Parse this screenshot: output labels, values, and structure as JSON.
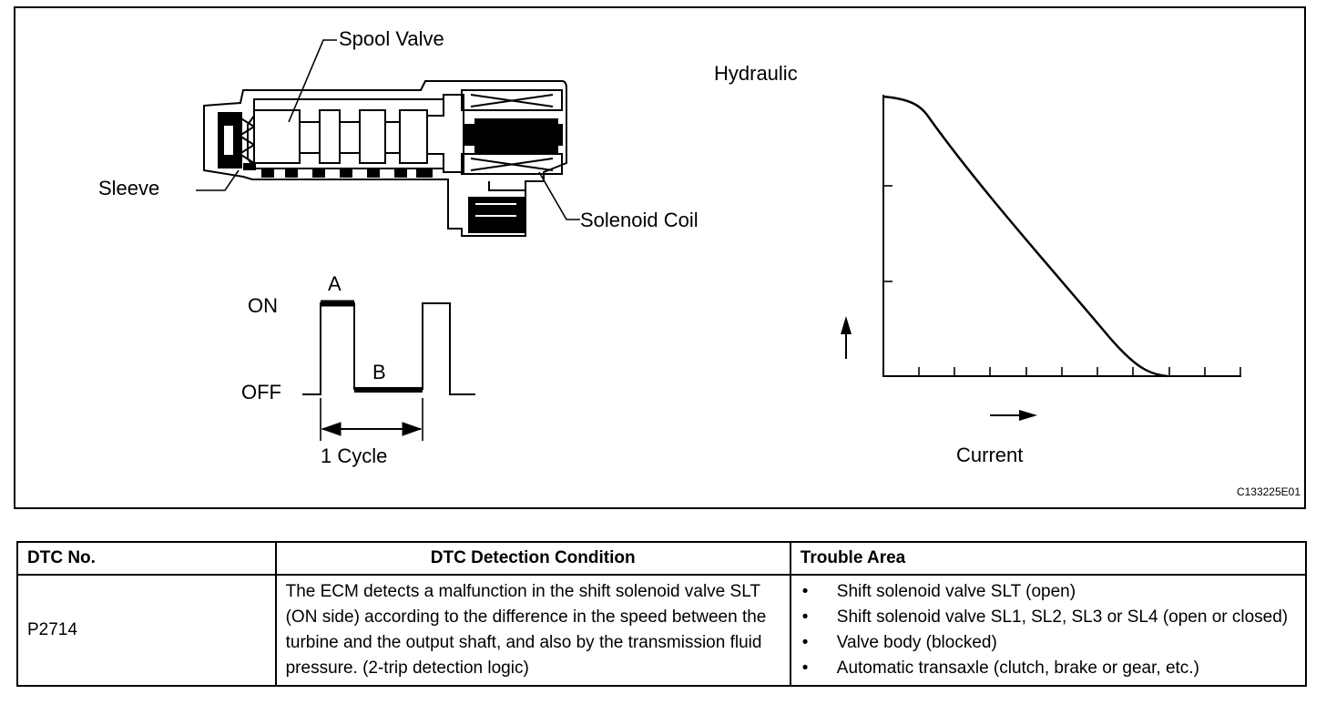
{
  "figure": {
    "labels": {
      "spool_valve": "Spool Valve",
      "sleeve": "Sleeve",
      "solenoid_coil": "Solenoid Coil",
      "hydraulic": "Hydraulic",
      "current": "Current",
      "on": "ON",
      "off": "OFF",
      "a": "A",
      "b": "B",
      "cycle": "1 Cycle"
    },
    "figure_id": "C133225E01"
  },
  "table": {
    "headers": [
      "DTC No.",
      "DTC Detection Condition",
      "Trouble Area"
    ],
    "row": {
      "dtc_no": "P2714",
      "condition": "The ECM detects a malfunction in the shift solenoid valve SLT (ON side) according to the difference in the speed between the turbine and the output shaft, and also by the transmission fluid pressure. (2-trip detection logic)",
      "trouble_areas": [
        "Shift solenoid valve SLT (open)",
        "Shift solenoid valve SL1, SL2, SL3 or SL4 (open or closed)",
        "Valve body (blocked)",
        "Automatic transaxle (clutch, brake or gear, etc.)"
      ]
    }
  }
}
